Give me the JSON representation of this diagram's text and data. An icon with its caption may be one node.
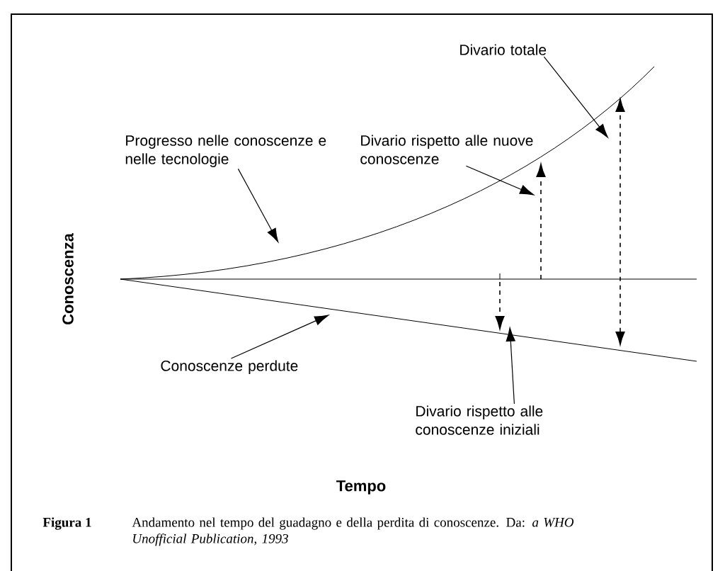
{
  "diagram": {
    "caption": "Andamento nel tempo del guadagno e della perdita di conoscenze. Da: *a WHO Unofficial Publication, 1993*",
    "nodes": [
      {
        "text": [
          "Divario totale"
        ]
      },
      {
        "text": [
          "Divario rispetto alle nuove conoscenze"
        ]
      },
      {
        "text": [
          "Progresso nelle conoscenze e nelle tecnologie"
        ]
      },
      {
        "text": [
          "Conoscenze perdute"
        ]
      },
      {
        "text": [
          "Divario rispetto alle conoscenze iniziali"
        ]
      }
    ],
    "edges": [
      {
        "from": 0,
        "to": null,
        "arrow": "to"
      },
      {
        "from": 1,
        "to": null,
        "arrow": "to"
      },
      {
        "from": 2,
        "to": null,
        "arrow": "to"
      },
      {
        "from": 3,
        "to": null,
        "arrow": "to"
      },
      {
        "from": 4,
        "to": null,
        "arrow": "to"
      }
    ],
    "labels": [
      "Conoscenza",
      "Tempo",
      "Figura 1"
    ]
  }
}
